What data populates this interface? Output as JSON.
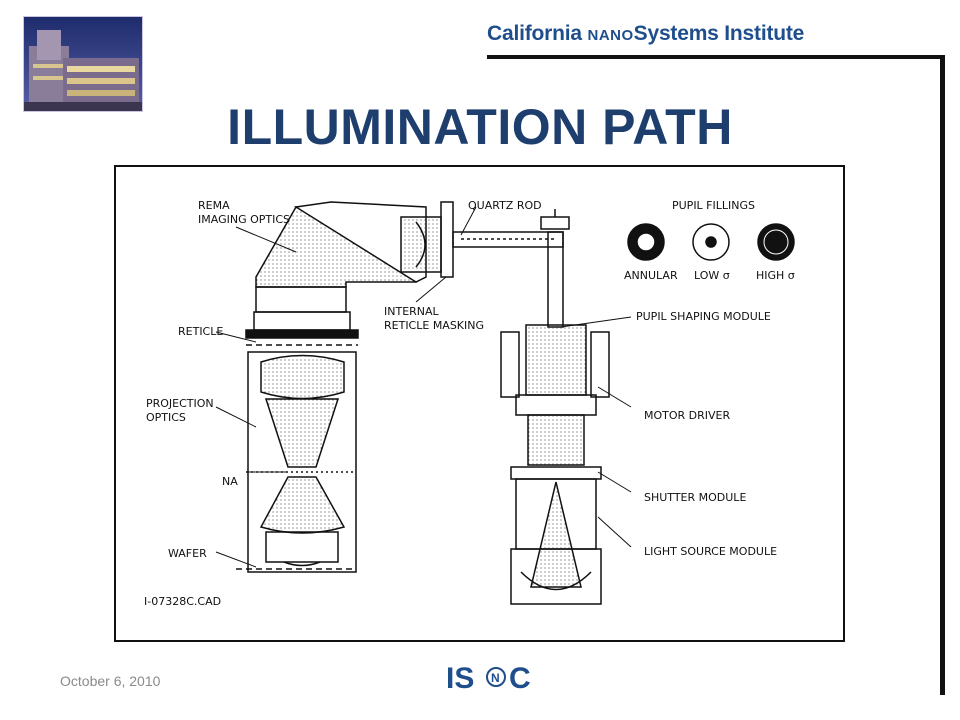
{
  "header": {
    "brand_main": "California ",
    "brand_nano": "NANO",
    "brand_rest": "Systems Institute"
  },
  "title": "ILLUMINATION PATH",
  "diagram": {
    "labels": {
      "rema": "REMA",
      "imaging_optics": "IMAGING OPTICS",
      "quartz_rod": "QUARTZ ROD",
      "pupil_fillings": "PUPIL FILLINGS",
      "annular": "ANNULAR",
      "low_sigma": "LOW σ",
      "high_sigma": "HIGH σ",
      "internal": "INTERNAL",
      "reticle_masking": "RETICLE MASKING",
      "reticle": "RETICLE",
      "pupil_shaping_module": "PUPIL SHAPING MODULE",
      "projection": "PROJECTION",
      "optics": "OPTICS",
      "motor_driver": "MOTOR DRIVER",
      "na": "NA",
      "shutter_module": "SHUTTER MODULE",
      "wafer": "WAFER",
      "light_source_module": "LIGHT SOURCE MODULE",
      "file_id": "I-07328C.CAD"
    }
  },
  "footer": {
    "date": "October 6, 2010",
    "logo_text": "IS N C"
  },
  "colors": {
    "brand_blue": "#1f4e8c",
    "title_navy": "#1e3f6e",
    "rule": "#111111",
    "date_gray": "#8a8a8a"
  }
}
